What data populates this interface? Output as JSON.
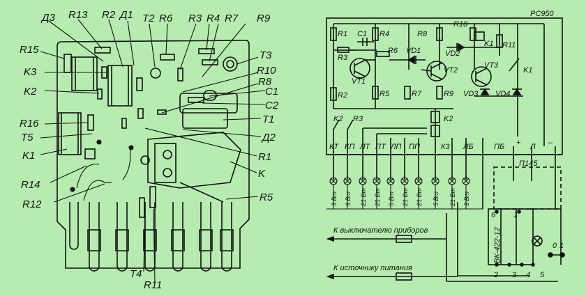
{
  "colors": {
    "background": "#b6ecb0",
    "ink": "#111111"
  },
  "board": {
    "labels": [
      {
        "id": "d3",
        "text": "Д3"
      },
      {
        "id": "r13",
        "text": "R13"
      },
      {
        "id": "r2",
        "text": "R2"
      },
      {
        "id": "d1",
        "text": "Д1"
      },
      {
        "id": "t2",
        "text": "T2"
      },
      {
        "id": "r6",
        "text": "R6"
      },
      {
        "id": "r3",
        "text": "R3"
      },
      {
        "id": "r4",
        "text": "R4"
      },
      {
        "id": "r7",
        "text": "R7"
      },
      {
        "id": "r9",
        "text": "R9"
      },
      {
        "id": "r15",
        "text": "R15"
      },
      {
        "id": "t3",
        "text": "T3"
      },
      {
        "id": "k3",
        "text": "K3"
      },
      {
        "id": "r10",
        "text": "R10"
      },
      {
        "id": "r8",
        "text": "R8"
      },
      {
        "id": "k2",
        "text": "K2"
      },
      {
        "id": "c1",
        "text": "C1"
      },
      {
        "id": "c2",
        "text": "C2"
      },
      {
        "id": "r16",
        "text": "R16"
      },
      {
        "id": "t1",
        "text": "T1"
      },
      {
        "id": "t5",
        "text": "T5"
      },
      {
        "id": "d2",
        "text": "Д2"
      },
      {
        "id": "k1",
        "text": "K1"
      },
      {
        "id": "r1",
        "text": "R1"
      },
      {
        "id": "r14",
        "text": "R14"
      },
      {
        "id": "k",
        "text": "K"
      },
      {
        "id": "r12",
        "text": "R12"
      },
      {
        "id": "r5",
        "text": "R5"
      },
      {
        "id": "t4",
        "text": "T4"
      },
      {
        "id": "r11",
        "text": "R11"
      }
    ]
  },
  "schematic": {
    "title": "РС950",
    "resistors": [
      "R1",
      "R2",
      "R3",
      "R4",
      "R5",
      "R6",
      "R7",
      "R8",
      "R9",
      "R10",
      "R11"
    ],
    "caps": [
      "C1"
    ],
    "transistors": [
      "VT1",
      "VT2",
      "VT3"
    ],
    "diodes": [
      "VD1",
      "VD2",
      "VD3",
      "VD4"
    ],
    "relays": [
      "K1",
      "K2",
      "K3"
    ],
    "terminals": [
      "КТ",
      "КП",
      "ЛТ",
      "ПТ",
      "ЛП",
      "ПП",
      "К3",
      "ЛБ",
      "ПБ",
      "+",
      "Л",
      "–"
    ],
    "lamp_ratings": [
      "3 Вт",
      "3 Вт",
      "21 Вт",
      "21 Вт",
      "5 Вт",
      "21 Вт",
      "21 Вт",
      "5 Вт",
      "21 Вт",
      "3 Вт"
    ],
    "switch_name": "П145",
    "switch_part": "ВК-422-12",
    "contacts": [
      "6",
      "1",
      "2",
      "3",
      "4",
      "5",
      "0",
      "1"
    ],
    "caption_devices": "К выключателю приборов",
    "caption_power": "К источнику питания"
  }
}
